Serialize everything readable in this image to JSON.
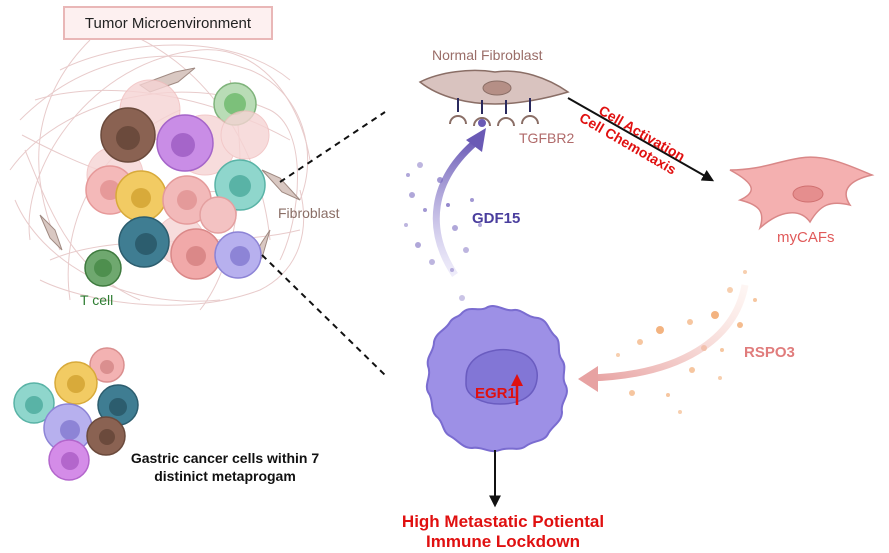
{
  "title": "Tumor Microenvironment",
  "labels": {
    "t_cell": "T cell",
    "fibroblast": "Fibroblast",
    "normal_fibroblast": "Normal Fibroblast",
    "tgfbr2": "TGFBR2",
    "gdf15": "GDF15",
    "mycafs": "myCAFs",
    "rspo3": "RSPO3",
    "egr1": "EGR1",
    "activation_line1": "Cell Activation",
    "activation_line2": "Cell Chemotaxis",
    "outcome_line1": "High Metastatic Potiental",
    "outcome_line2": "Immune Lockdown",
    "cluster_line1": "Gastric cancer cells within 7",
    "cluster_line2": "distinict metaprogam"
  },
  "colors": {
    "title_border": "#e9b7b7",
    "title_fill": "#fdf0f0",
    "fibroblast_text": "#8a6e66",
    "t_cell_text": "#2e7d32",
    "gdf15_text": "#4a3e9e",
    "rspo3_text": "#e07c7c",
    "alert_red": "#e01010",
    "cancer_cell": "#9d90e6",
    "mycaf": "#f4a6a6",
    "gdf15_dots": "#7b6cc0",
    "rspo3_dots": "#f0a060"
  },
  "icons": [
    "cell-cluster",
    "normal-fibroblast-icon",
    "tgfbr2-receptor-icon",
    "mycaf-icon",
    "cancer-cell-icon",
    "up-arrow-icon"
  ]
}
